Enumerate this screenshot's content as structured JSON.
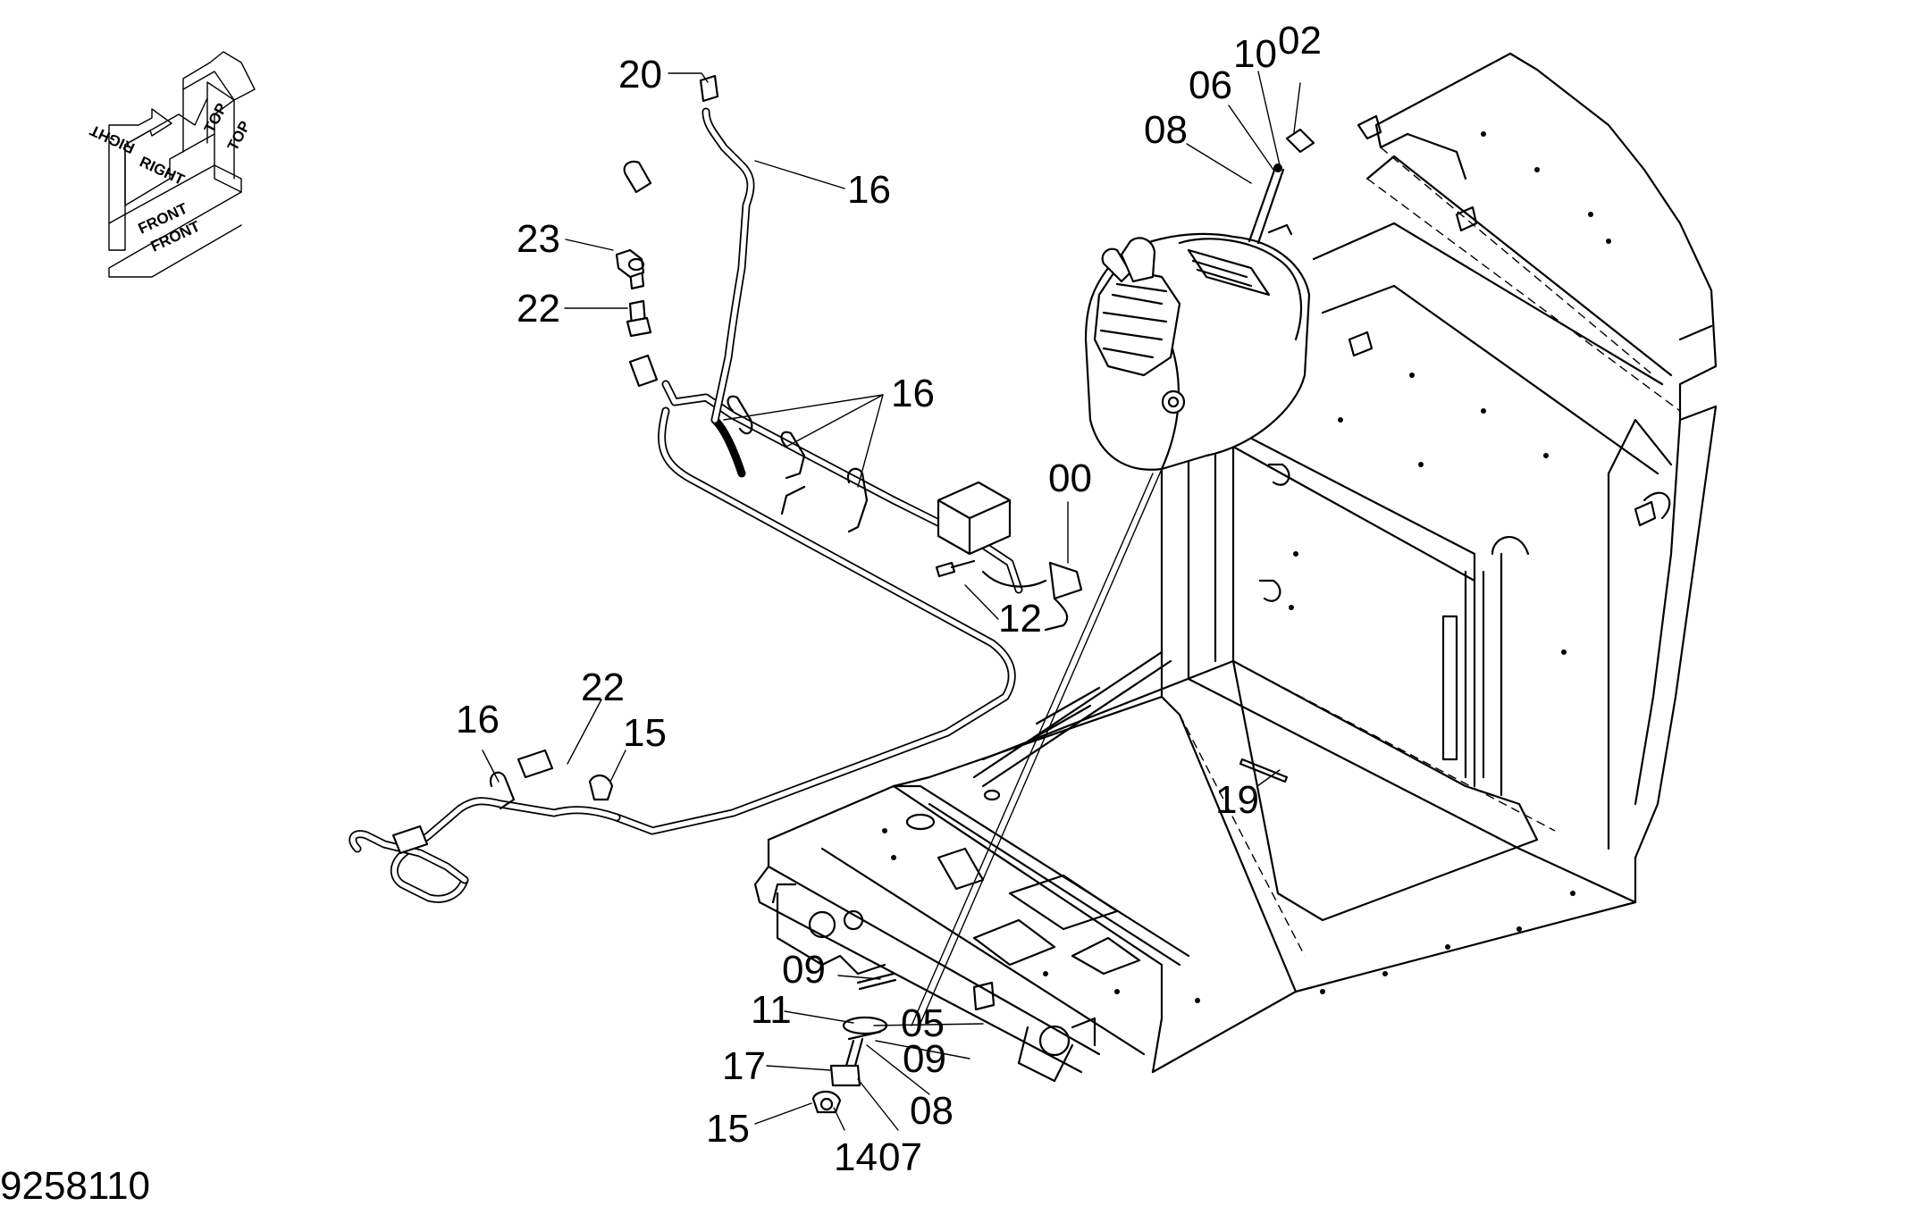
{
  "drawing_number": "9258110",
  "orientation_labels": {
    "top_a": "TOP",
    "top_b": "TOP",
    "right_a": "RIGHT",
    "right_b": "RIGHT",
    "front_a": "FRONT",
    "front_b": "FRONT"
  },
  "callouts": [
    "20",
    "16",
    "23",
    "22",
    "16",
    "00",
    "12",
    "16",
    "22",
    "15",
    "02",
    "10",
    "06",
    "08",
    "19",
    "09",
    "11",
    "05",
    "09",
    "17",
    "08",
    "15",
    "14",
    "07"
  ]
}
